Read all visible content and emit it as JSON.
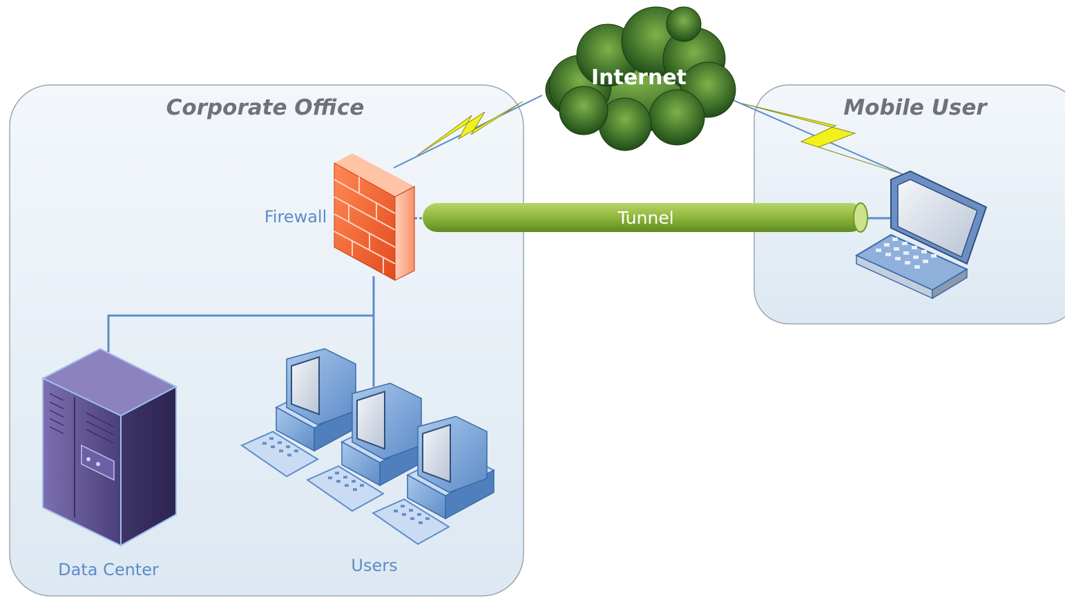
{
  "zones": {
    "corporate_office": "Corporate Office",
    "mobile_user": "Mobile User"
  },
  "nodes": {
    "internet": "Internet",
    "firewall": "Firewall",
    "data_center": "Data Center",
    "users": "Users",
    "tunnel": "Tunnel"
  },
  "icons": [
    "cloud-icon",
    "firewall-icon",
    "server-rack-icon",
    "workstation-icon",
    "laptop-icon",
    "lightning-bolt-icon"
  ],
  "colors": {
    "zone_fill": "#e6eff7",
    "zone_border": "#9aa5b0",
    "link_line": "#5b8cc7",
    "tunnel_green": "#8fb53a",
    "cloud_green": "#3f7a2a",
    "firewall_orange": "#f06a35",
    "server_purple": "#5a4e8c",
    "bolt_yellow": "#f2f21a"
  }
}
